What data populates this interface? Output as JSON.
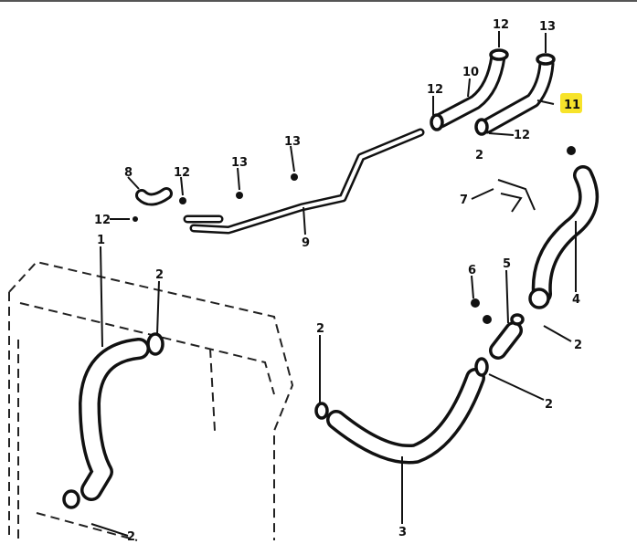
{
  "diagram": {
    "highlight_color": "#f7e32a",
    "callouts": [
      "12",
      "13",
      "10",
      "12",
      "11",
      "12",
      "2",
      "13",
      "13",
      "8",
      "12",
      "12",
      "9",
      "7",
      "1",
      "2",
      "6",
      "5",
      "4",
      "2",
      "2",
      "2",
      "3",
      "2"
    ]
  }
}
